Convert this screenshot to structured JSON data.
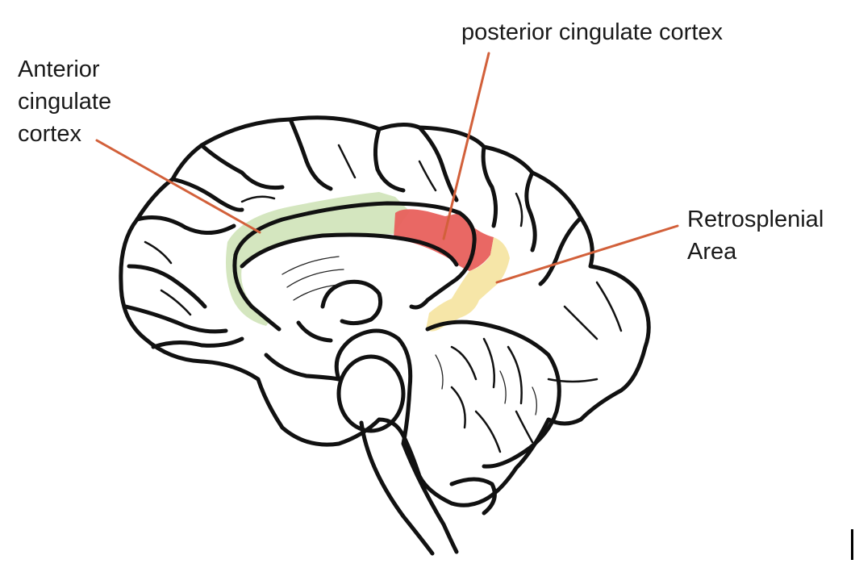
{
  "labels": {
    "anterior_cingulate_cortex": [
      "Anterior",
      "cingulate",
      "cortex"
    ],
    "posterior_cingulate_cortex": "posterior cingulate cortex",
    "retrosplenial_area": [
      "Retrosplenial",
      "Area"
    ]
  },
  "colors": {
    "anterior_cingulate_cortex": "#cfe3b8",
    "posterior_cingulate_cortex": "#e8605c",
    "retrosplenial_area": "#f6e5a3",
    "pointer_line": "#d2603a",
    "outline": "#111111"
  }
}
